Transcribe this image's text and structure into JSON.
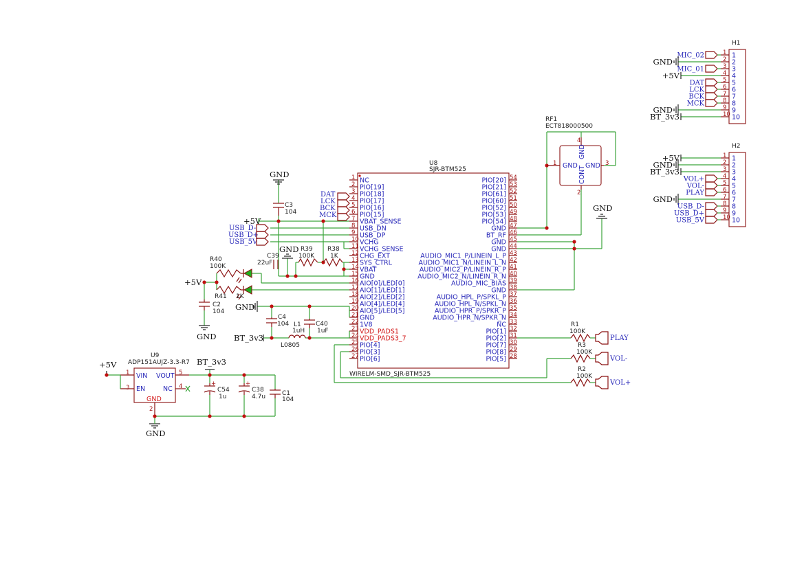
{
  "u8": {
    "ref": "U8",
    "value": "SJR-BTM525",
    "footprint": "WIRELM-SMD_SJR-BTM525"
  },
  "u8_left": [
    {
      "num": "1",
      "name": "NC"
    },
    {
      "num": "2",
      "name": "PIO[19]"
    },
    {
      "num": "3",
      "name": "PIO[18]"
    },
    {
      "num": "4",
      "name": "PIO[17]"
    },
    {
      "num": "5",
      "name": "PIO[16]"
    },
    {
      "num": "6",
      "name": "PIO[15]"
    },
    {
      "num": "7",
      "name": "VBAT_SENSE"
    },
    {
      "num": "8",
      "name": "USB_DN"
    },
    {
      "num": "9",
      "name": "USB_DP"
    },
    {
      "num": "10",
      "name": "VCHG"
    },
    {
      "num": "11",
      "name": "VCHG_SENSE"
    },
    {
      "num": "12",
      "name": "CHG_EXT"
    },
    {
      "num": "13",
      "name": "SYS_CTRL"
    },
    {
      "num": "14",
      "name": "VBAT"
    },
    {
      "num": "15",
      "name": "GND"
    },
    {
      "num": "16",
      "name": "AIO[0]/LED[0]"
    },
    {
      "num": "17",
      "name": "AIO[1]/LED[1]"
    },
    {
      "num": "18",
      "name": "AIO[2]/LED[2]"
    },
    {
      "num": "19",
      "name": "AIO[4]/LED[4]"
    },
    {
      "num": "20",
      "name": "AIO[5]/LED[5]"
    },
    {
      "num": "21",
      "name": "GND"
    },
    {
      "num": "22",
      "name": "1V8"
    },
    {
      "num": "23",
      "name": "VDD_PADS1"
    },
    {
      "num": "24",
      "name": "VDD_PADS3_7"
    },
    {
      "num": "25",
      "name": "PIO[4]"
    },
    {
      "num": "26",
      "name": "PIO[3]"
    },
    {
      "num": "27",
      "name": "PIO[6]"
    }
  ],
  "u8_right": [
    {
      "num": "54",
      "name": "PIO[20]"
    },
    {
      "num": "53",
      "name": "PIO[21]"
    },
    {
      "num": "52",
      "name": "PIO[61]"
    },
    {
      "num": "51",
      "name": "PIO[60]"
    },
    {
      "num": "50",
      "name": "PIO[52]"
    },
    {
      "num": "49",
      "name": "PIO[53]"
    },
    {
      "num": "48",
      "name": "PIO[54]"
    },
    {
      "num": "47",
      "name": "GND"
    },
    {
      "num": "46",
      "name": "BT_RF"
    },
    {
      "num": "45",
      "name": "GND"
    },
    {
      "num": "44",
      "name": "GND"
    },
    {
      "num": "43",
      "name": "AUDIO_MIC1_P/LINEIN_L_P"
    },
    {
      "num": "42",
      "name": "AUDIO_MIC1_N/LINEIN_L_N"
    },
    {
      "num": "41",
      "name": "AUDIO_MIC2_P/LINEIN_R_P"
    },
    {
      "num": "40",
      "name": "AUDIO_MIC2_N/LINEIN_R_N"
    },
    {
      "num": "39",
      "name": "AUDIO_MIC_BIAS"
    },
    {
      "num": "38",
      "name": "GND"
    },
    {
      "num": "37",
      "name": "AUDIO_HPL_P/SPKL_P"
    },
    {
      "num": "36",
      "name": "AUDIO_HPL_N/SPKL_N"
    },
    {
      "num": "35",
      "name": "AUDIO_HPR_P/SPKR_P"
    },
    {
      "num": "34",
      "name": "AUDIO_HPR_N/SPKR_N"
    },
    {
      "num": "33",
      "name": "NC"
    },
    {
      "num": "32",
      "name": "PIO[1]"
    },
    {
      "num": "31",
      "name": "PIO[2]"
    },
    {
      "num": "30",
      "name": "PIO[7]"
    },
    {
      "num": "29",
      "name": "PIO[8]"
    },
    {
      "num": "28",
      "name": "PIO[5]"
    }
  ],
  "rf1": {
    "ref": "RF1",
    "value": "ECT818000500",
    "pin1": "1",
    "pin2": "2",
    "pin3": "3",
    "pin4": "4",
    "gnd": "GND",
    "cont": "CONT"
  },
  "u9": {
    "ref": "U9",
    "value": "ADP151AUJZ-3.3-R7",
    "vin": "VIN",
    "vout": "VOUT",
    "en": "EN",
    "nc": "NC",
    "gnd": "GND",
    "p1": "1",
    "p2": "2",
    "p3": "3",
    "p4": "4",
    "p5": "5"
  },
  "h1": {
    "ref": "H1",
    "pins": [
      "1",
      "2",
      "3",
      "4",
      "5",
      "6",
      "7",
      "8",
      "9",
      "10"
    ],
    "nets": [
      {
        "pin": "1",
        "label": "MIC_02",
        "kind": "flag"
      },
      {
        "pin": "2",
        "label": "GND",
        "kind": "gnd"
      },
      {
        "pin": "3",
        "label": "MIC_01",
        "kind": "flag"
      },
      {
        "pin": "4",
        "label": "+5V",
        "kind": "pwr"
      },
      {
        "pin": "5",
        "label": "DAT",
        "kind": "flag"
      },
      {
        "pin": "6",
        "label": "LCK",
        "kind": "flag"
      },
      {
        "pin": "7",
        "label": "BCK",
        "kind": "flag"
      },
      {
        "pin": "8",
        "label": "MCK",
        "kind": "flag"
      },
      {
        "pin": "9",
        "label": "GND",
        "kind": "gnd"
      },
      {
        "pin": "10",
        "label": "BT_3v3",
        "kind": "pwr"
      }
    ]
  },
  "h2": {
    "ref": "H2",
    "pins": [
      "1",
      "2",
      "3",
      "4",
      "5",
      "6",
      "7",
      "8",
      "9",
      "10"
    ],
    "nets": [
      {
        "pin": "1",
        "label": "+5V",
        "kind": "pwr"
      },
      {
        "pin": "2",
        "label": "GND",
        "kind": "gnd"
      },
      {
        "pin": "3",
        "label": "BT_3v3",
        "kind": "pwr"
      },
      {
        "pin": "4",
        "label": "VOL+",
        "kind": "flag"
      },
      {
        "pin": "5",
        "label": "VOL-",
        "kind": "flag"
      },
      {
        "pin": "6",
        "label": "PLAY",
        "kind": "flag"
      },
      {
        "pin": "7",
        "label": "GND",
        "kind": "gnd"
      },
      {
        "pin": "8",
        "label": "USB_D-",
        "kind": "flag"
      },
      {
        "pin": "9",
        "label": "USB_D+",
        "kind": "flag"
      },
      {
        "pin": "10",
        "label": "USB_5V",
        "kind": "flag"
      }
    ]
  },
  "components": {
    "c3": {
      "ref": "C3",
      "val": "104"
    },
    "c39": {
      "ref": "C39",
      "val": "22uF"
    },
    "r39": {
      "ref": "R39",
      "val": "100K"
    },
    "r38": {
      "ref": "R38",
      "val": "1K"
    },
    "r40": {
      "ref": "R40",
      "val": "100K"
    },
    "r41": {
      "ref": "R41",
      "val": "1K"
    },
    "c2": {
      "ref": "C2",
      "val": "104"
    },
    "c4": {
      "ref": "C4",
      "val": "104"
    },
    "l1": {
      "ref": "L1",
      "val": "1uH",
      "fp": "L0805"
    },
    "c40": {
      "ref": "C40",
      "val": "1uF"
    },
    "c54": {
      "ref": "C54",
      "val": "1u"
    },
    "c38": {
      "ref": "C38",
      "val": "4.7u"
    },
    "c1": {
      "ref": "C1",
      "val": "104"
    },
    "r1": {
      "ref": "R1",
      "val": "100K"
    },
    "r3": {
      "ref": "R3",
      "val": "100K"
    },
    "r2": {
      "ref": "R2",
      "val": "100K"
    }
  },
  "labels": {
    "gnd": "GND",
    "p5v": "+5V",
    "bt3v3": "BT_3v3",
    "dat": "DAT",
    "lck": "LCK",
    "bck": "BCK",
    "mck": "MCK",
    "usb_dm": "USB_D-",
    "usb_dp": "USB_D+",
    "usb_5v": "USB_5V",
    "play": "PLAY",
    "volm": "VOL-",
    "volp": "VOL+"
  }
}
